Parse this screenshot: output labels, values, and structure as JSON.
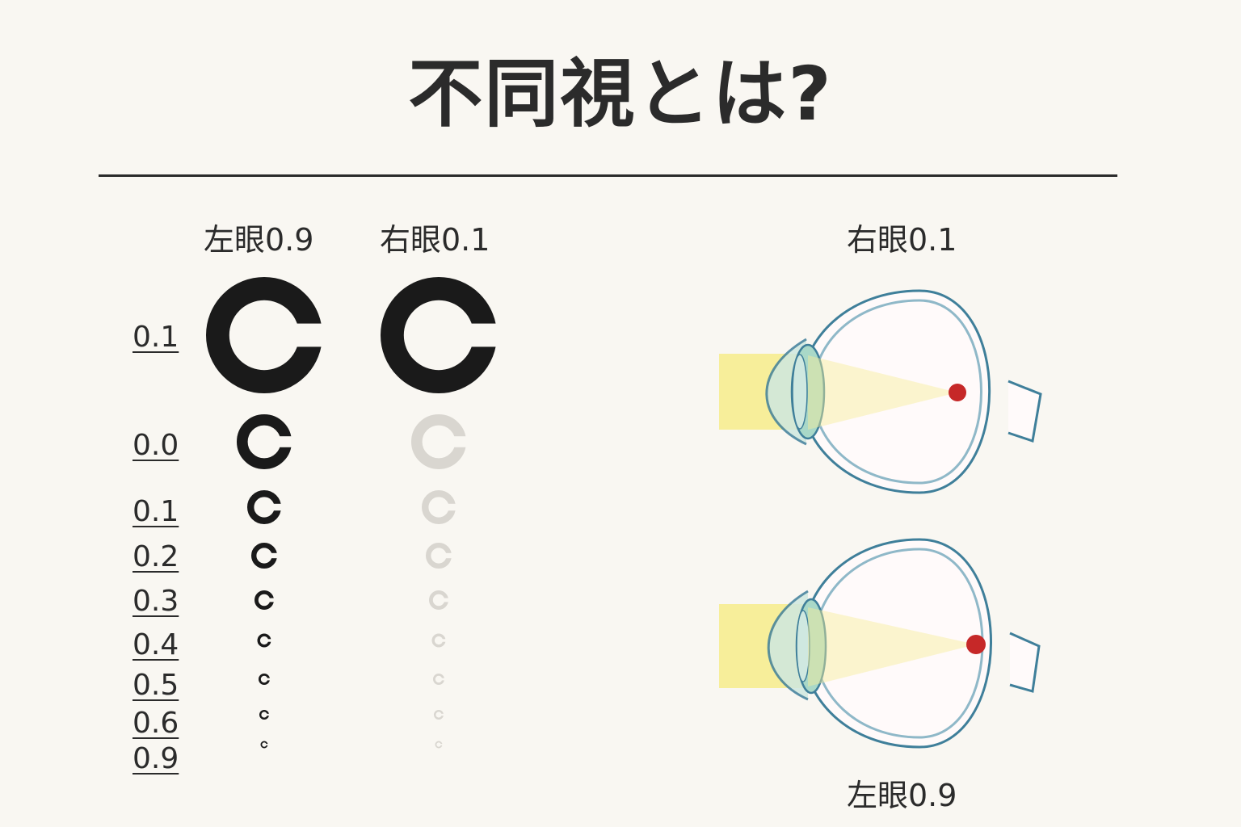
{
  "title": "不同視とは?",
  "chart": {
    "left_column_label": "左眼0.9",
    "right_column_label": "右眼0.1",
    "rows": [
      {
        "label": "0.1"
      },
      {
        "label": "0.0"
      },
      {
        "label": "0.1"
      },
      {
        "label": "0.2"
      },
      {
        "label": "0.3"
      },
      {
        "label": "0.4"
      },
      {
        "label": "0.5"
      },
      {
        "label": "0.6"
      },
      {
        "label": "0.9"
      }
    ]
  },
  "eyes": {
    "top_label": "右眼0.1",
    "bottom_label": "左眼0.9"
  },
  "colors": {
    "ink": "#1a1a1a",
    "faded": "#d9d6d0",
    "eye_outline": "#3f7f9a",
    "light_beam": "#f7ee9a",
    "focus_point": "#c62828",
    "lens": "#a9d8c8"
  }
}
